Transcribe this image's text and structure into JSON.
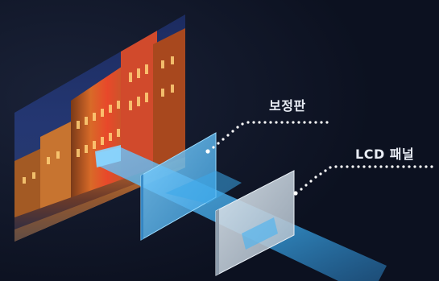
{
  "labels": {
    "compensation_plate": "보정판",
    "lcd_panel": "LCD 패널"
  },
  "colors": {
    "background": "#0f1424",
    "light_beam": "#3aa8ea",
    "plate": "#55b8ee",
    "lcd_panel": "#c9d4de",
    "dotted_leader": "#ffffff"
  },
  "image_content": "night-city-building-photo"
}
